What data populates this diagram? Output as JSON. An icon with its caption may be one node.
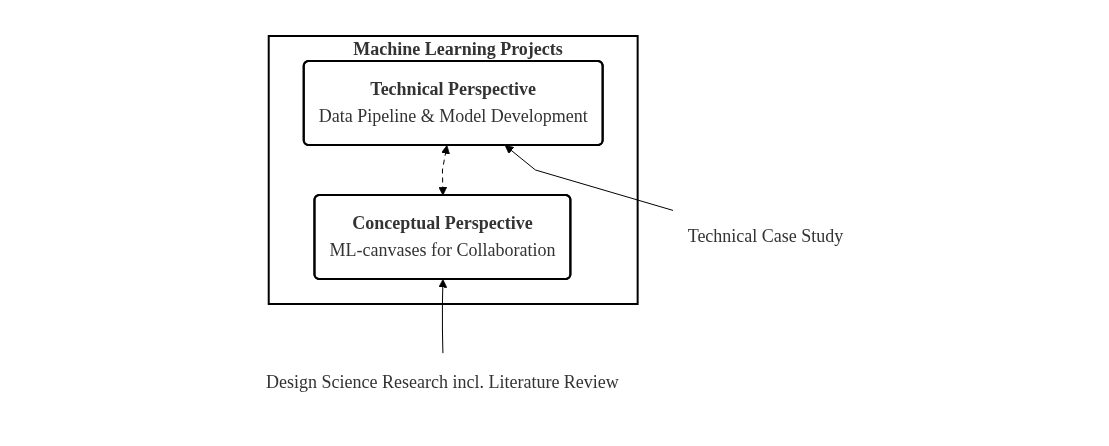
{
  "diagram": {
    "nodes": [
      {
        "text": [
          "Machine Learning Projects"
        ]
      },
      {
        "text": [
          "Conceptual Perspective",
          "ML-canvases for Collaboration"
        ],
        "in": 0
      },
      {
        "text": [
          "Technical Perspective",
          "Data Pipeline & Model Development"
        ],
        "in": 0
      },
      {
        "text": [
          "Design Science Research incl. Literature Review"
        ]
      },
      {
        "text": [
          "Technical Case Study"
        ]
      }
    ],
    "edges": [
      {
        "from": 1,
        "to": 2,
        "arrow": "both",
        "style": "dashed"
      },
      {
        "from": 3,
        "to": 1,
        "arrow": "to"
      },
      {
        "from": 4,
        "to": 2,
        "arrow": "to"
      }
    ]
  }
}
